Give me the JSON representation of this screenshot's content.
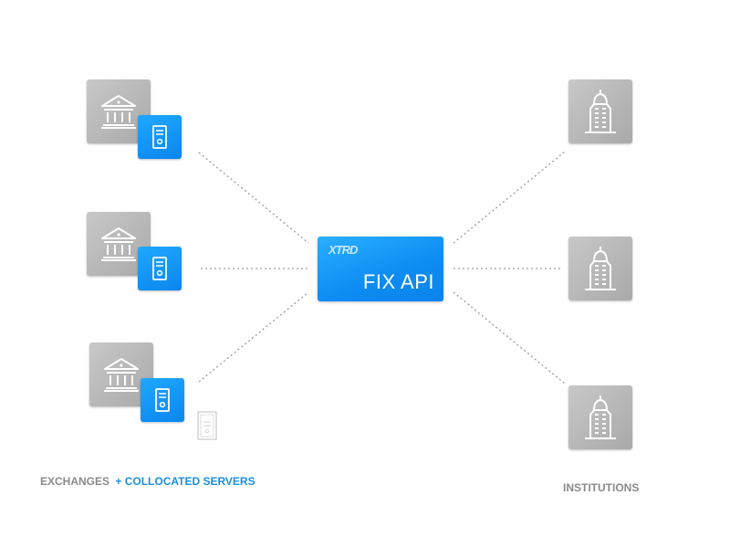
{
  "diagram": {
    "center_node": {
      "brand": "XTRD",
      "label": "FIX API"
    },
    "left_group": {
      "caption_part1": "EXCHANGES",
      "caption_part2": "+ COLLOCATED SERVERS",
      "node_count": 3
    },
    "right_group": {
      "caption": "INSTITUTIONS",
      "node_count": 3
    },
    "icons": {
      "exchange": "bank-building-icon",
      "server": "server-icon",
      "institution": "office-tower-icon",
      "document": "document-icon"
    },
    "colors": {
      "accent_blue": "#0d8cf2",
      "tile_gray": "#b4b4b4",
      "caption_gray": "#8a8a8a",
      "caption_blue": "#1b8fe0",
      "connector": "#9a9a9a"
    }
  }
}
